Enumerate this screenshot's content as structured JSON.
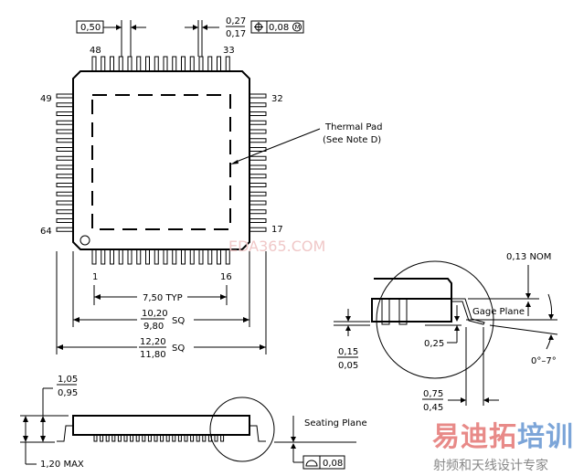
{
  "top_view": {
    "pitch": "0,50",
    "lead_width_max": "0,27",
    "lead_width_min": "0,17",
    "position_tolerance": "0,08",
    "position_modifier": "M",
    "pins": {
      "top_left": "48",
      "top_right": "33",
      "left_top": "49",
      "right_top": "32",
      "left_bottom": "64",
      "right_bottom": "17",
      "bottom_left": "1",
      "bottom_right": "16"
    },
    "thermal_pad_label": "Thermal Pad",
    "thermal_pad_note": "(See Note D)",
    "dim_typ": "7,50 TYP",
    "dim_body_max": "10,20",
    "dim_body_min": "9,80",
    "dim_span_max": "12,20",
    "dim_span_min": "11,80",
    "sq": "SQ"
  },
  "side_view": {
    "height_max": "1,05",
    "height_min": "0,95",
    "total_max": "1,20 MAX",
    "seating_plane": "Seating Plane",
    "flatness": "0,08"
  },
  "detail": {
    "nom": "0,13 NOM",
    "gage_plane": "Gage Plane",
    "gage": "0,25",
    "standoff_max": "0,15",
    "standoff_min": "0,05",
    "foot_max": "0,75",
    "foot_min": "0,45",
    "angle": "0°–7°"
  },
  "watermark": {
    "site": "EDA365.COM",
    "brand_a": "易迪拓",
    "brand_b": "培训",
    "tagline": "射频和天线设计专家"
  }
}
